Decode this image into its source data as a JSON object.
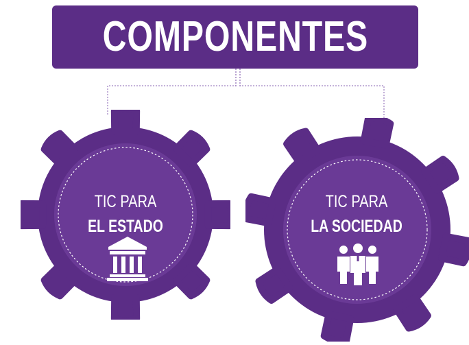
{
  "title": "COMPONENTES",
  "colors": {
    "primary": "#5b2d86",
    "ring": "#6a3a96",
    "background": "#ffffff",
    "text": "#ffffff",
    "connector": "#a184c2"
  },
  "components": [
    {
      "line1": "TIC PARA",
      "line2": "EL ESTADO",
      "icon": "government-building-icon"
    },
    {
      "line1": "TIC PARA",
      "line2": "LA SOCIEDAD",
      "icon": "people-group-icon"
    }
  ]
}
